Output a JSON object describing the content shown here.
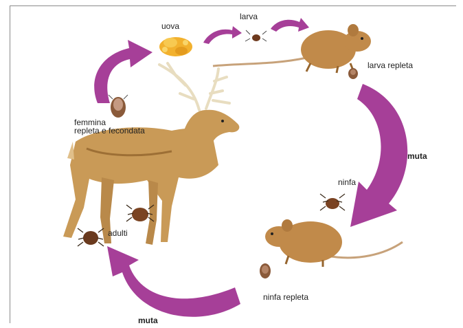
{
  "labels": {
    "uova": "uova",
    "larva": "larva",
    "larva_repleta": "larva repleta",
    "muta_right": "muta",
    "ninfa": "ninfa",
    "ninfa_repleta": "ninfa repleta",
    "muta_bottom": "muta",
    "adulti": "adulti",
    "femmina_line1": "femmina",
    "femmina_line2": "repleta e fecondata"
  },
  "colors": {
    "arrow": "#a63f98",
    "arrow_dark": "#7d2a72",
    "deer_body": "#c99a57",
    "deer_shade": "#9d6f35",
    "antler": "#e8ddc0",
    "mouse_body": "#c18a4a",
    "mouse_shade": "#96652e",
    "tick": "#6e3a1e",
    "eggs": "#f2b12e"
  }
}
